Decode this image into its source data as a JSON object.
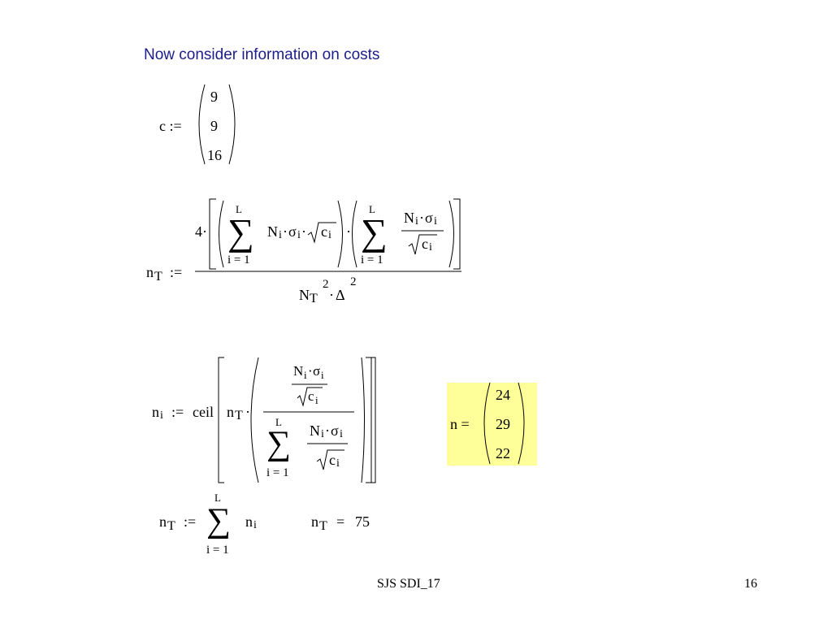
{
  "heading": "Now consider information on costs",
  "c_def": {
    "lhs": "c :=",
    "values": [
      "9",
      "9",
      "16"
    ]
  },
  "nT_def1": {
    "lhs_n": "n",
    "lhs_T": "T",
    "assign": ":=",
    "factor": "4·",
    "sum1": {
      "top": "L",
      "sigma": "∑",
      "bottom": "i = 1",
      "N": "N",
      "i1": "i",
      "dot1": "·",
      "sigma_g": "σ",
      "i2": "i",
      "dot2": "·",
      "c": "c",
      "i3": "i"
    },
    "mid_dot": "·",
    "sum2": {
      "top": "L",
      "sigma": "∑",
      "bottom": "i = 1",
      "num_N": "N",
      "num_i1": "i",
      "num_dot": "·",
      "num_sigma": "σ",
      "num_i2": "i",
      "den_c": "c",
      "den_i": "i"
    },
    "den": {
      "N": "N",
      "T": "T",
      "sq1": "2",
      "dot": "·",
      "delta": "Δ",
      "sq2": "2"
    }
  },
  "ni_def": {
    "lhs_n": "n",
    "lhs_i": "i",
    "assign": ":=",
    "ceil": "ceil",
    "nT_n": "n",
    "nT_T": "T",
    "dot": "·",
    "num": {
      "N": "N",
      "i1": "i",
      "dot": "·",
      "sigma": "σ",
      "i2": "i",
      "c": "c",
      "ci": "i"
    },
    "den_sum": {
      "top": "L",
      "sigma": "∑",
      "bottom": "i = 1",
      "N": "N",
      "i1": "i",
      "dot": "·",
      "sigma_g": "σ",
      "i2": "i",
      "c": "c",
      "ci": "i"
    }
  },
  "n_result": {
    "lhs": "n =",
    "values": [
      "24",
      "29",
      "22"
    ],
    "highlight_color": "#ffff99"
  },
  "nT_def2": {
    "lhs_n": "n",
    "lhs_T": "T",
    "assign": ":=",
    "top": "L",
    "sigma": "∑",
    "bottom": "i = 1",
    "term_n": "n",
    "term_i": "i"
  },
  "nT_result": {
    "n": "n",
    "T": "T",
    "eq": "=",
    "value": "75"
  },
  "footer": {
    "center": "SJS SDI_17",
    "page": "16"
  },
  "colors": {
    "heading": "#1d1d8a",
    "highlight": "#ffff99",
    "text": "#000000"
  }
}
